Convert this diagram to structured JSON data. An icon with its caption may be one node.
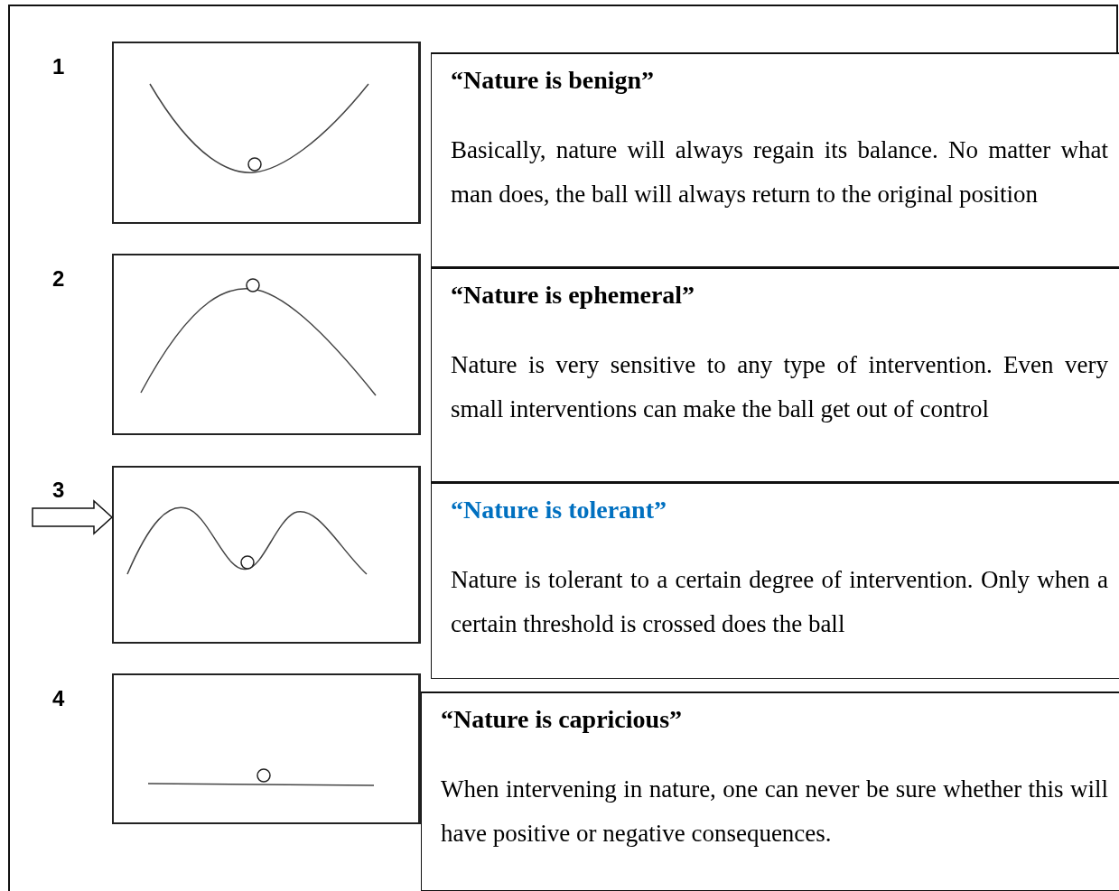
{
  "diagram": {
    "nodes": [
      {
        "text": [],
        "shape": "picture"
      },
      {
        "text": [
          "“Nature is benign”",
          "Basically, nature will always regain its balance. No matter what man does, the ball will always return to the original position"
        ]
      },
      {
        "text": [],
        "shape": "picture"
      },
      {
        "text": [
          "“Nature is ephemeral”",
          "Nature is very sensitive to any type of intervention. Even very small interventions can make the ball get out of control"
        ]
      },
      {
        "text": [],
        "shape": "picture"
      },
      {
        "text": [
          "“Nature is tolerant”",
          "Nature is tolerant to a certain degree of intervention. Only when a certain threshold is crossed does the ball"
        ]
      },
      {
        "text": [],
        "shape": "picture"
      },
      {
        "text": [
          "“Nature is capricious”",
          "When intervening in nature, one can never be sure whether this will have positive or negative consequences."
        ]
      }
    ],
    "edges": [
      {
        "from": null,
        "to": 4,
        "arrow": "to"
      }
    ],
    "labels": [
      "1",
      "2",
      "3",
      "4"
    ]
  }
}
